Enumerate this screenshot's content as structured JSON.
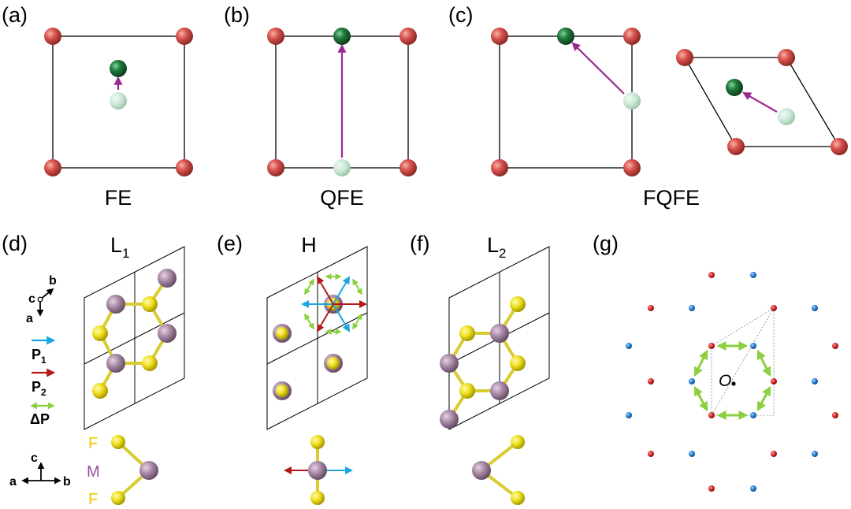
{
  "panels": {
    "a": {
      "label": "(a)",
      "caption": "FE"
    },
    "b": {
      "label": "(b)",
      "caption": "QFE"
    },
    "c": {
      "label": "(c)",
      "caption": "FQFE"
    },
    "d": {
      "label": "(d)",
      "title_main": "L",
      "title_sub": "1"
    },
    "e": {
      "label": "(e)",
      "title": "H"
    },
    "f": {
      "label": "(f)",
      "title_main": "L",
      "title_sub": "2"
    },
    "g": {
      "label": "(g)",
      "origin_label": "O"
    }
  },
  "axes_top": {
    "c": "c",
    "b": "b",
    "a": "a"
  },
  "axes_bottom": {
    "c": "c",
    "a": "a",
    "b": "b"
  },
  "legend": {
    "p1_main": "P",
    "p1_sub": "1",
    "p2_main": "P",
    "p2_sub": "2",
    "dp": "ΔP"
  },
  "side_labels": {
    "top_f": "F",
    "metal": "M",
    "bottom_f": "F"
  },
  "colors": {
    "red_atom": "#d9534f",
    "green_atom": "#1f7a3a",
    "ghost_atom": "#c9e6d4",
    "purple_arrow": "#9b2a8f",
    "f_atom": "#f0e020",
    "m_atom": "#a88aa6",
    "p1_arrow": "#1aa7e0",
    "p2_arrow": "#b01a1a",
    "dp_arrow": "#8ccf3f",
    "g_red": "#d42a2a",
    "g_blue": "#2a7fd4"
  }
}
